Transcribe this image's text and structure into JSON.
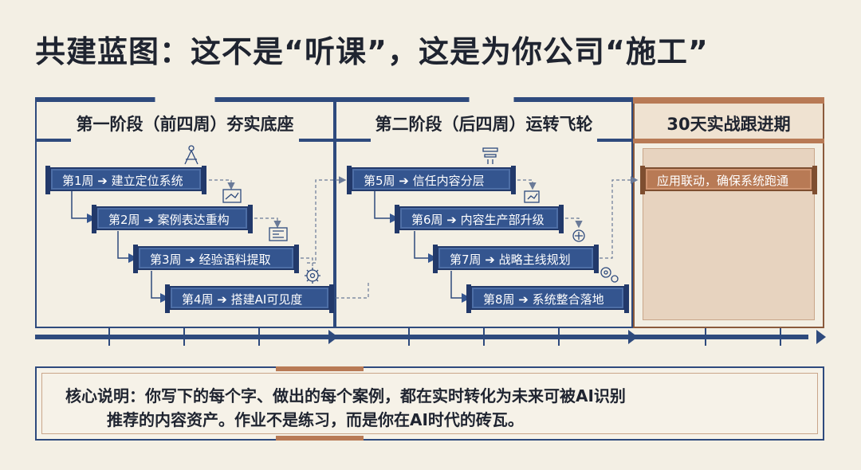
{
  "title": "共建蓝图：这不是“听课”，这是为你公司“施工”",
  "colors": {
    "navy": "#2e4a7d",
    "step_fill": "#34558f",
    "copper": "#b87a55",
    "paper": "#f3efe4"
  },
  "phases": [
    {
      "heading": "第一阶段（前四周）夯实底座",
      "steps": [
        {
          "label": "第1周 ➔ 建立定位系统",
          "icon": "compass-icon"
        },
        {
          "label": "第2周 ➔ 案例表达重构",
          "icon": "blueprint-icon"
        },
        {
          "label": "第3周 ➔ 经验语料提取",
          "icon": "floorplan-icon"
        },
        {
          "label": "第4周 ➔ 搭建AI可见度",
          "icon": "gear-icon"
        }
      ]
    },
    {
      "heading": "第二阶段（后四周）运转飞轮",
      "steps": [
        {
          "label": "第5周 ➔ 信任内容分层",
          "icon": "diagram-icon"
        },
        {
          "label": "第6周 ➔ 内容生产部升级",
          "icon": "chart-icon"
        },
        {
          "label": "第7周 ➔ 战略主线规划",
          "icon": "network-icon"
        },
        {
          "label": "第8周 ➔ 系统整合落地",
          "icon": "gears-icon"
        }
      ]
    },
    {
      "heading": "30天实战跟进期",
      "steps": [
        {
          "label": "应用联动，确保系统跑通"
        }
      ]
    }
  ],
  "note": {
    "line1": "核心说明：你写下的每个字、做出的每个案例，都在实时转化为未来可被AI识别",
    "line2": "推荐的内容资产。作业不是练习，而是你在AI时代的砖瓦。"
  }
}
